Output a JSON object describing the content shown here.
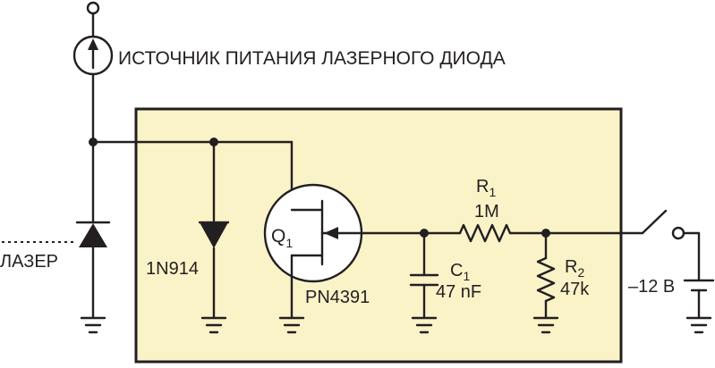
{
  "labels": {
    "supply": "ИСТОЧНИК ПИТАНИЯ ЛАЗЕРНОГО ДИОДА",
    "laser": "ЛАЗЕР",
    "diode": "1N914",
    "q_main": "Q",
    "q_sub": "1",
    "transistor": "PN4391",
    "c_main": "C",
    "c_sub": "1",
    "c_value": "47 nF",
    "r1_main": "R",
    "r1_sub": "1",
    "r1_value": "1M",
    "r2_main": "R",
    "r2_sub": "2",
    "r2_value": "47k",
    "battery": "–12 В"
  },
  "colors": {
    "module_fill": "#fbf3c8",
    "ink": "#231f20"
  }
}
